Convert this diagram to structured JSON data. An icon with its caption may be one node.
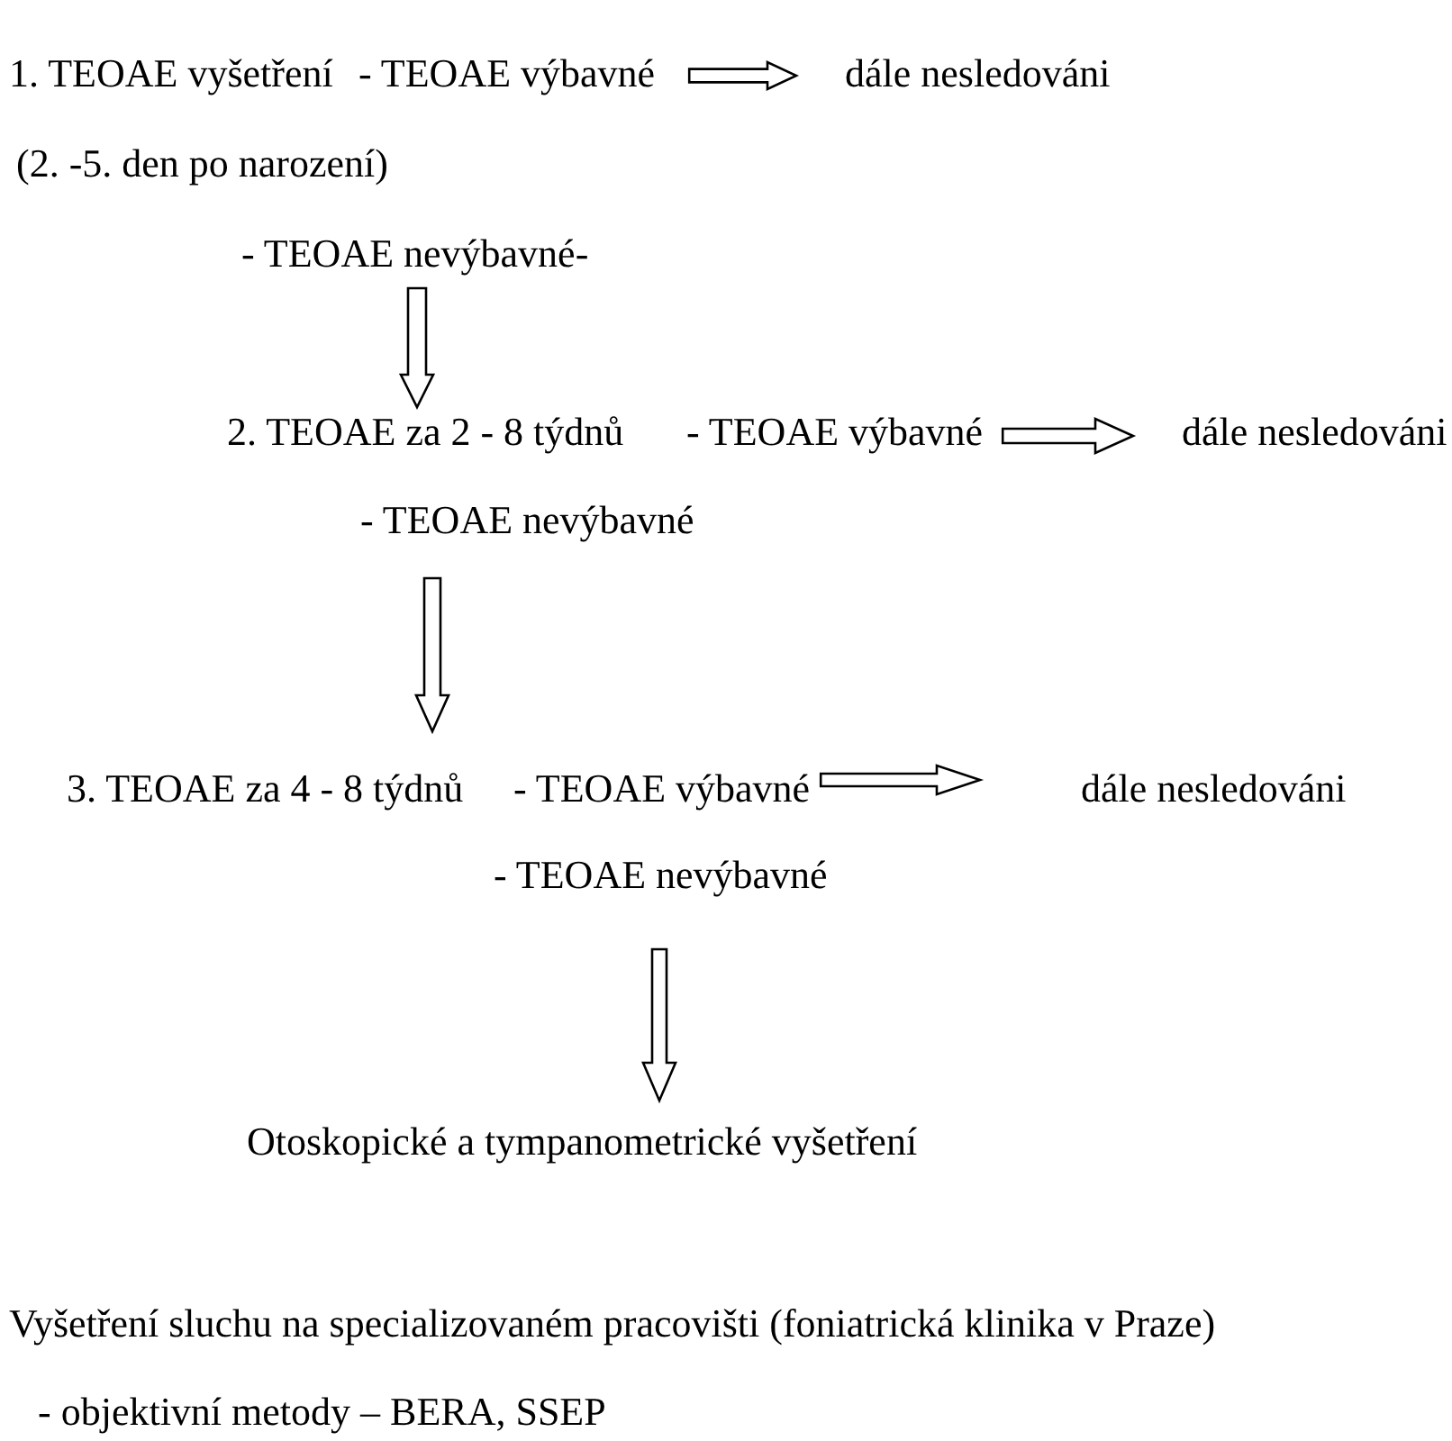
{
  "diagram": {
    "nodes": [
      {
        "text": [
          "1. TEOAE vyšetření"
        ],
        "beside": [
          "(2. -5. den po narození)"
        ]
      },
      {
        "text": [
          "- TEOAE výbavné"
        ]
      },
      {
        "text": [
          "dále nesledováni"
        ]
      },
      {
        "text": [
          "- TEOAE nevýbavné-"
        ]
      },
      {
        "text": [
          "2. TEOAE za 2 - 8 týdnů"
        ]
      },
      {
        "text": [
          "- TEOAE výbavné"
        ]
      },
      {
        "text": [
          "dále nesledováni"
        ]
      },
      {
        "text": [
          "- TEOAE nevýbavné"
        ]
      },
      {
        "text": [
          "3. TEOAE za 4 - 8 týdnů"
        ]
      },
      {
        "text": [
          "- TEOAE výbavné"
        ]
      },
      {
        "text": [
          "dále nesledováni"
        ]
      },
      {
        "text": [
          "- TEOAE nevýbavné"
        ]
      },
      {
        "text": [
          "Otoskopické a tympanometrické vyšetření"
        ]
      }
    ],
    "edges": [
      {
        "from": 1,
        "to": 2,
        "arrow": "to"
      },
      {
        "from": 3,
        "to": 4,
        "arrow": "to"
      },
      {
        "from": 5,
        "to": 6,
        "arrow": "to"
      },
      {
        "from": 7,
        "to": 8,
        "arrow": "to"
      },
      {
        "from": 9,
        "to": 10,
        "arrow": "to"
      },
      {
        "from": 11,
        "to": 12,
        "arrow": "to"
      }
    ],
    "labels": [
      "Vyšetření sluchu na specializovaném pracovišti (foniatrická klinika v Praze)",
      "- objektivní metody – BERA, SSEP"
    ]
  }
}
